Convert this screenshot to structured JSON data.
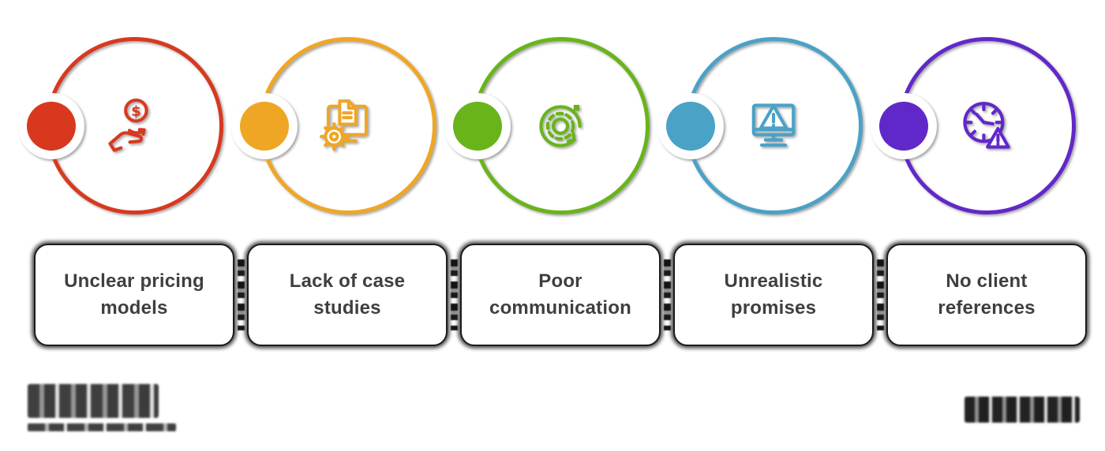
{
  "page": {
    "background": "#ffffff",
    "text_color": "#3f3f3f"
  },
  "items": [
    {
      "label": "Unclear pricing models",
      "label_line1": "Unclear pricing",
      "label_line2": "models",
      "color": "#d8391e",
      "icon": "money-in-hand-icon"
    },
    {
      "label": "Lack of case studies",
      "label_line1": "Lack of case",
      "label_line2": "studies",
      "color": "#f0a625",
      "icon": "case-study-document-icon"
    },
    {
      "label": "Poor communication",
      "label_line1": "Poor",
      "label_line2": "communication",
      "color": "#69b41b",
      "icon": "gear-sync-icon"
    },
    {
      "label": "Unrealistic promises",
      "label_line1": "Unrealistic",
      "label_line2": "promises",
      "color": "#4aa2c6",
      "icon": "monitor-warning-icon"
    },
    {
      "label": "No client references",
      "label_line1": "No client",
      "label_line2": "references",
      "color": "#6128c9",
      "icon": "clock-warning-icon"
    }
  ],
  "footer": {
    "left_logo": "redacted-company-logo",
    "right_logo": "redacted-watermark"
  }
}
